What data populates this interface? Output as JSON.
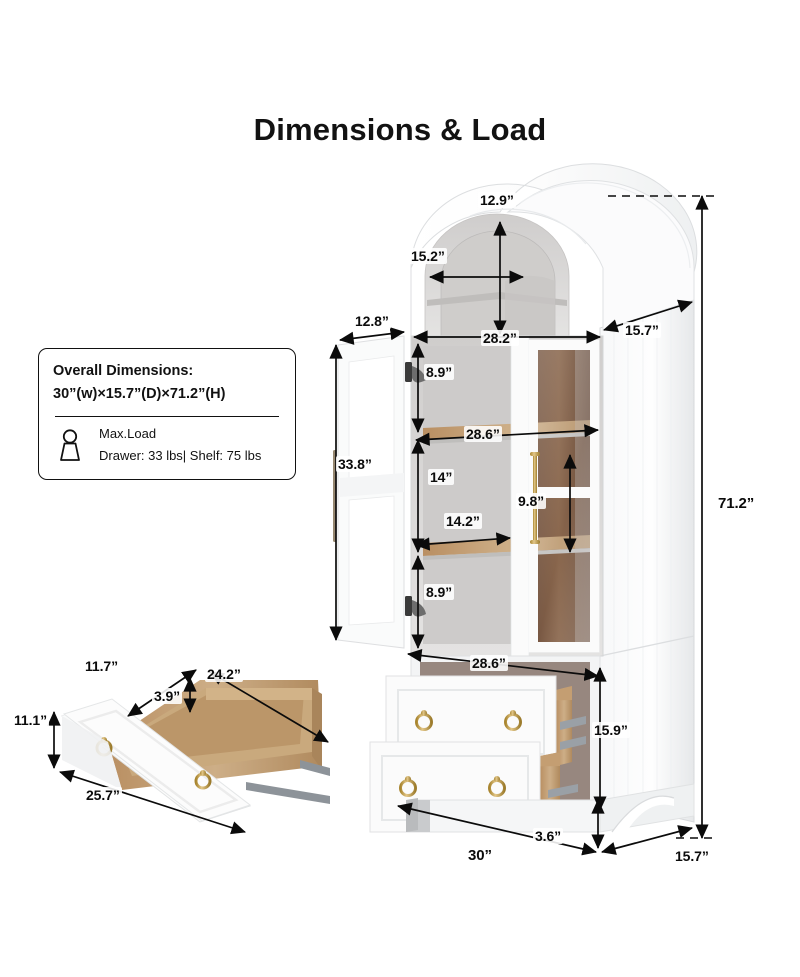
{
  "page": {
    "title": "Dimensions & Load",
    "background_color": "#ffffff",
    "ink_color": "#111111"
  },
  "info_box": {
    "heading": "Overall Dimensions:",
    "overall": "30”(w)×15.7”(D)×71.2”(H)",
    "max_load_label": "Max.Load",
    "max_load_values": "Drawer: 33 lbs| Shelf: 75 lbs",
    "icon": "weight-icon"
  },
  "product": {
    "name": "arched-storage-cabinet",
    "body_color": "#fbfbfb",
    "shadow_color": "#e3e4e6",
    "interior_color": "#d9d7d6",
    "shelf_wood_color": "#c6a781",
    "back_panel_color": "#6b4630",
    "hardware_color": "#c9a86a",
    "drawer_wood_color": "#c8a87f"
  },
  "dimensions": {
    "cabinet": [
      {
        "id": "niche-height",
        "value": "12.9”",
        "axis": "vertical"
      },
      {
        "id": "niche-width",
        "value": "15.2”",
        "axis": "horizontal"
      },
      {
        "id": "top-depth",
        "value": "15.7”",
        "axis": "horizontal"
      },
      {
        "id": "cabinet-inner-width",
        "value": "28.2”",
        "axis": "horizontal"
      },
      {
        "id": "door-width",
        "value": "12.8”",
        "axis": "horizontal"
      },
      {
        "id": "door-height",
        "value": "33.8”",
        "axis": "vertical"
      },
      {
        "id": "upper-shelf-gap",
        "value": "8.9”",
        "axis": "vertical"
      },
      {
        "id": "shelf-width",
        "value": "28.6”",
        "axis": "horizontal"
      },
      {
        "id": "middle-compartment-height",
        "value": "14”",
        "axis": "vertical"
      },
      {
        "id": "glass-pane-height",
        "value": "9.8”",
        "axis": "vertical"
      },
      {
        "id": "shelf-depth",
        "value": "14.2”",
        "axis": "horizontal"
      },
      {
        "id": "lower-shelf-gap",
        "value": "8.9”",
        "axis": "vertical"
      },
      {
        "id": "drawer-front-width",
        "value": "28.6”",
        "axis": "horizontal"
      },
      {
        "id": "drawer-section-height",
        "value": "15.9”",
        "axis": "vertical"
      },
      {
        "id": "total-height",
        "value": "71.2”",
        "axis": "vertical"
      },
      {
        "id": "base-clearance",
        "value": "3.6”",
        "axis": "vertical"
      },
      {
        "id": "total-width",
        "value": "30”",
        "axis": "horizontal"
      },
      {
        "id": "base-depth",
        "value": "15.7”",
        "axis": "horizontal"
      }
    ],
    "drawer_detail": [
      {
        "id": "drawer-inner-depth",
        "value": "11.7”",
        "axis": "diagonal"
      },
      {
        "id": "drawer-inner-width",
        "value": "24.2”",
        "axis": "diagonal"
      },
      {
        "id": "drawer-inner-height",
        "value": "3.9”",
        "axis": "vertical"
      },
      {
        "id": "drawer-front-height",
        "value": "11.1”",
        "axis": "vertical"
      },
      {
        "id": "drawer-outer-width",
        "value": "25.7”",
        "axis": "diagonal"
      }
    ]
  }
}
